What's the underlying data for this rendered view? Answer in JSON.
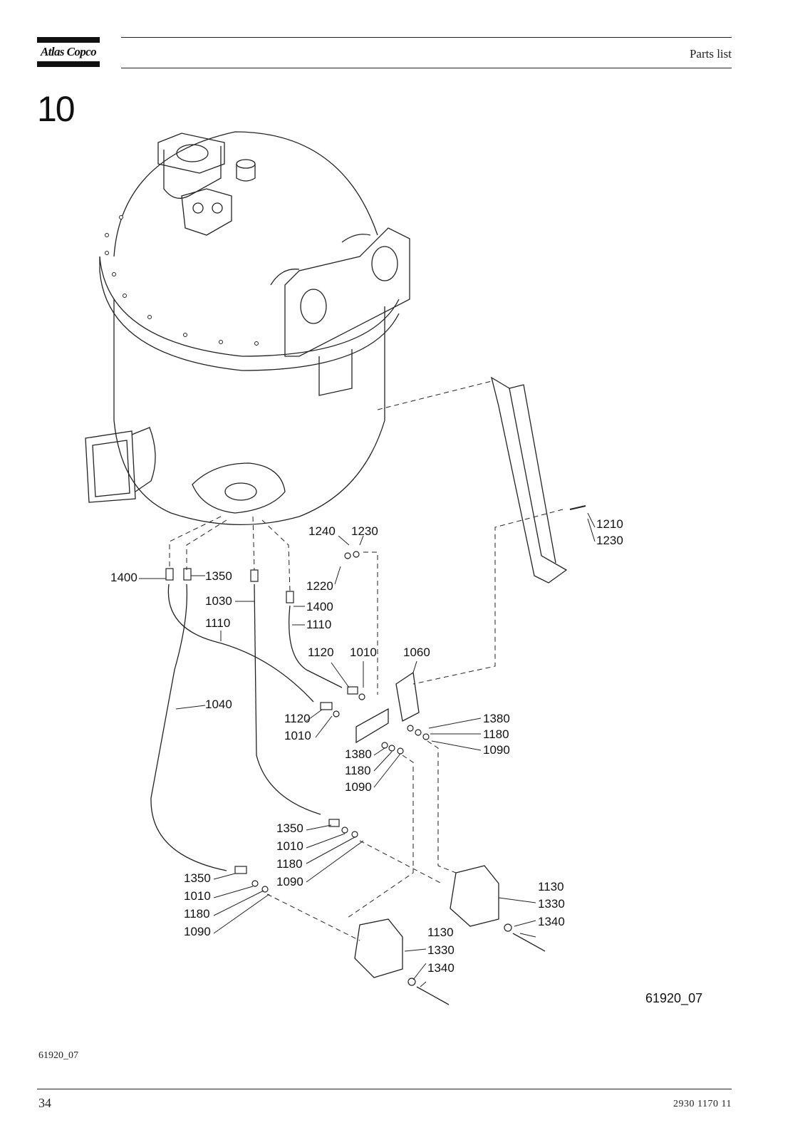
{
  "header": {
    "logo_text": "Atlas Copco",
    "title": "Parts list"
  },
  "section_number": "10",
  "drawing": {
    "figure_ref": "61920_07",
    "callouts": [
      "1240",
      "1230",
      "1210",
      "1230",
      "1400",
      "1350",
      "1220",
      "1030",
      "1400",
      "1110",
      "1110",
      "1120",
      "1010",
      "1060",
      "1040",
      "1120",
      "1010",
      "1380",
      "1180",
      "1090",
      "1380",
      "1180",
      "1090",
      "1350",
      "1010",
      "1180",
      "1090",
      "1130",
      "1330",
      "1340",
      "1350",
      "1010",
      "1180",
      "1090",
      "1130",
      "1330",
      "1340"
    ]
  },
  "footer": {
    "figure_code": "61920_07",
    "page_number": "34",
    "document_number": "2930 1170 11"
  }
}
